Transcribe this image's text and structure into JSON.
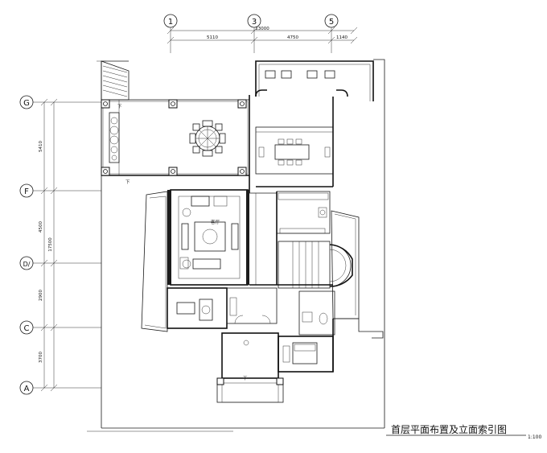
{
  "top_axes": [
    "1",
    "3",
    "5"
  ],
  "side_axes": [
    "G",
    "F",
    "D/",
    "C",
    "A"
  ],
  "top_dimensions": [
    "5110",
    "13000",
    "4750",
    "1140"
  ],
  "side_dimensions": [
    "5410",
    "4500",
    "17500",
    "2900",
    "3700"
  ],
  "stair_mark": "下",
  "title": "首层平面布置及立面索引图",
  "scale": "1:100",
  "colors": {
    "line": "#1a1a1a",
    "background": "#ffffff"
  }
}
